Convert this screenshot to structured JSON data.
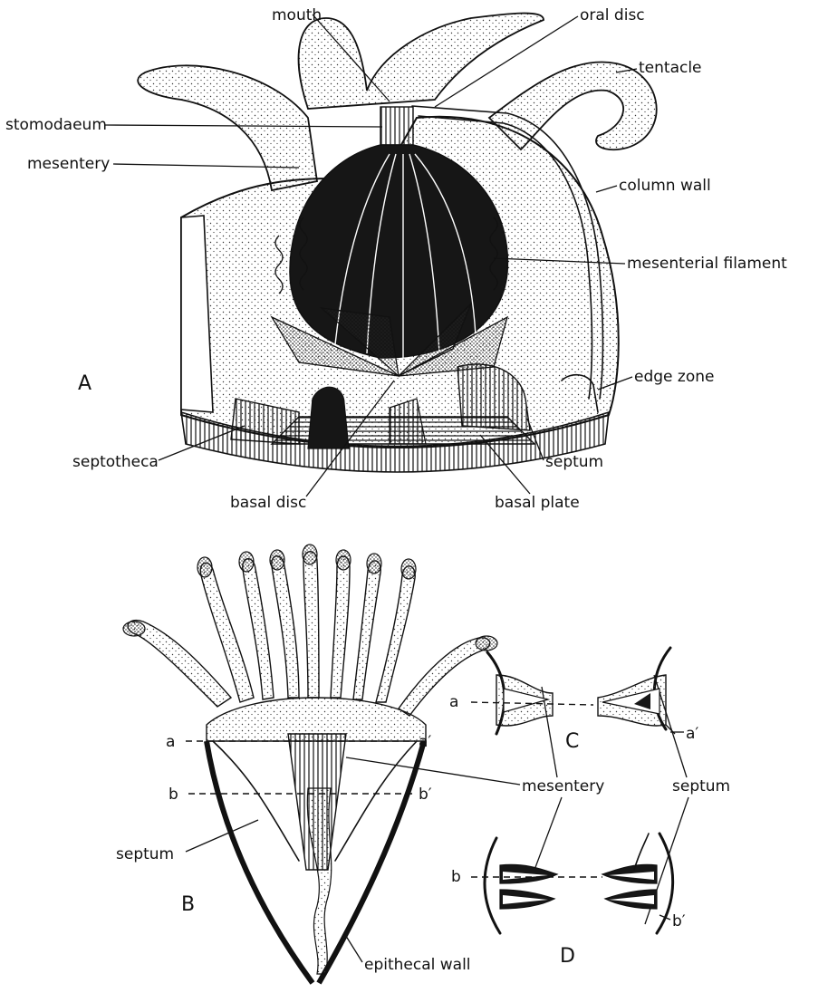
{
  "labels": {
    "mouth": "mouth",
    "oral_disc": "oral disc",
    "tentacle": "tentacle",
    "stomodaeum": "stomodaeum",
    "mesentery_a": "mesentery",
    "column_wall": "column wall",
    "mesenterial_filament": "mesenterial filament",
    "edge_zone": "edge zone",
    "septotheca": "septotheca",
    "septum_a": "septum",
    "basal_disc": "basal disc",
    "basal_plate": "basal plate",
    "a_b": "a",
    "a_prime_b": "a′",
    "b_b": "b",
    "b_prime_b": "b′",
    "septum_b": "septum",
    "mesentery_bcd": "mesentery",
    "septum_cd": "septum",
    "epithecal_wall": "epithecal wall",
    "a_c": "a",
    "a_prime_c": "a′",
    "b_d": "b",
    "b_prime_d": "b′"
  },
  "panels": {
    "A": "A",
    "B": "B",
    "C": "C",
    "D": "D"
  }
}
